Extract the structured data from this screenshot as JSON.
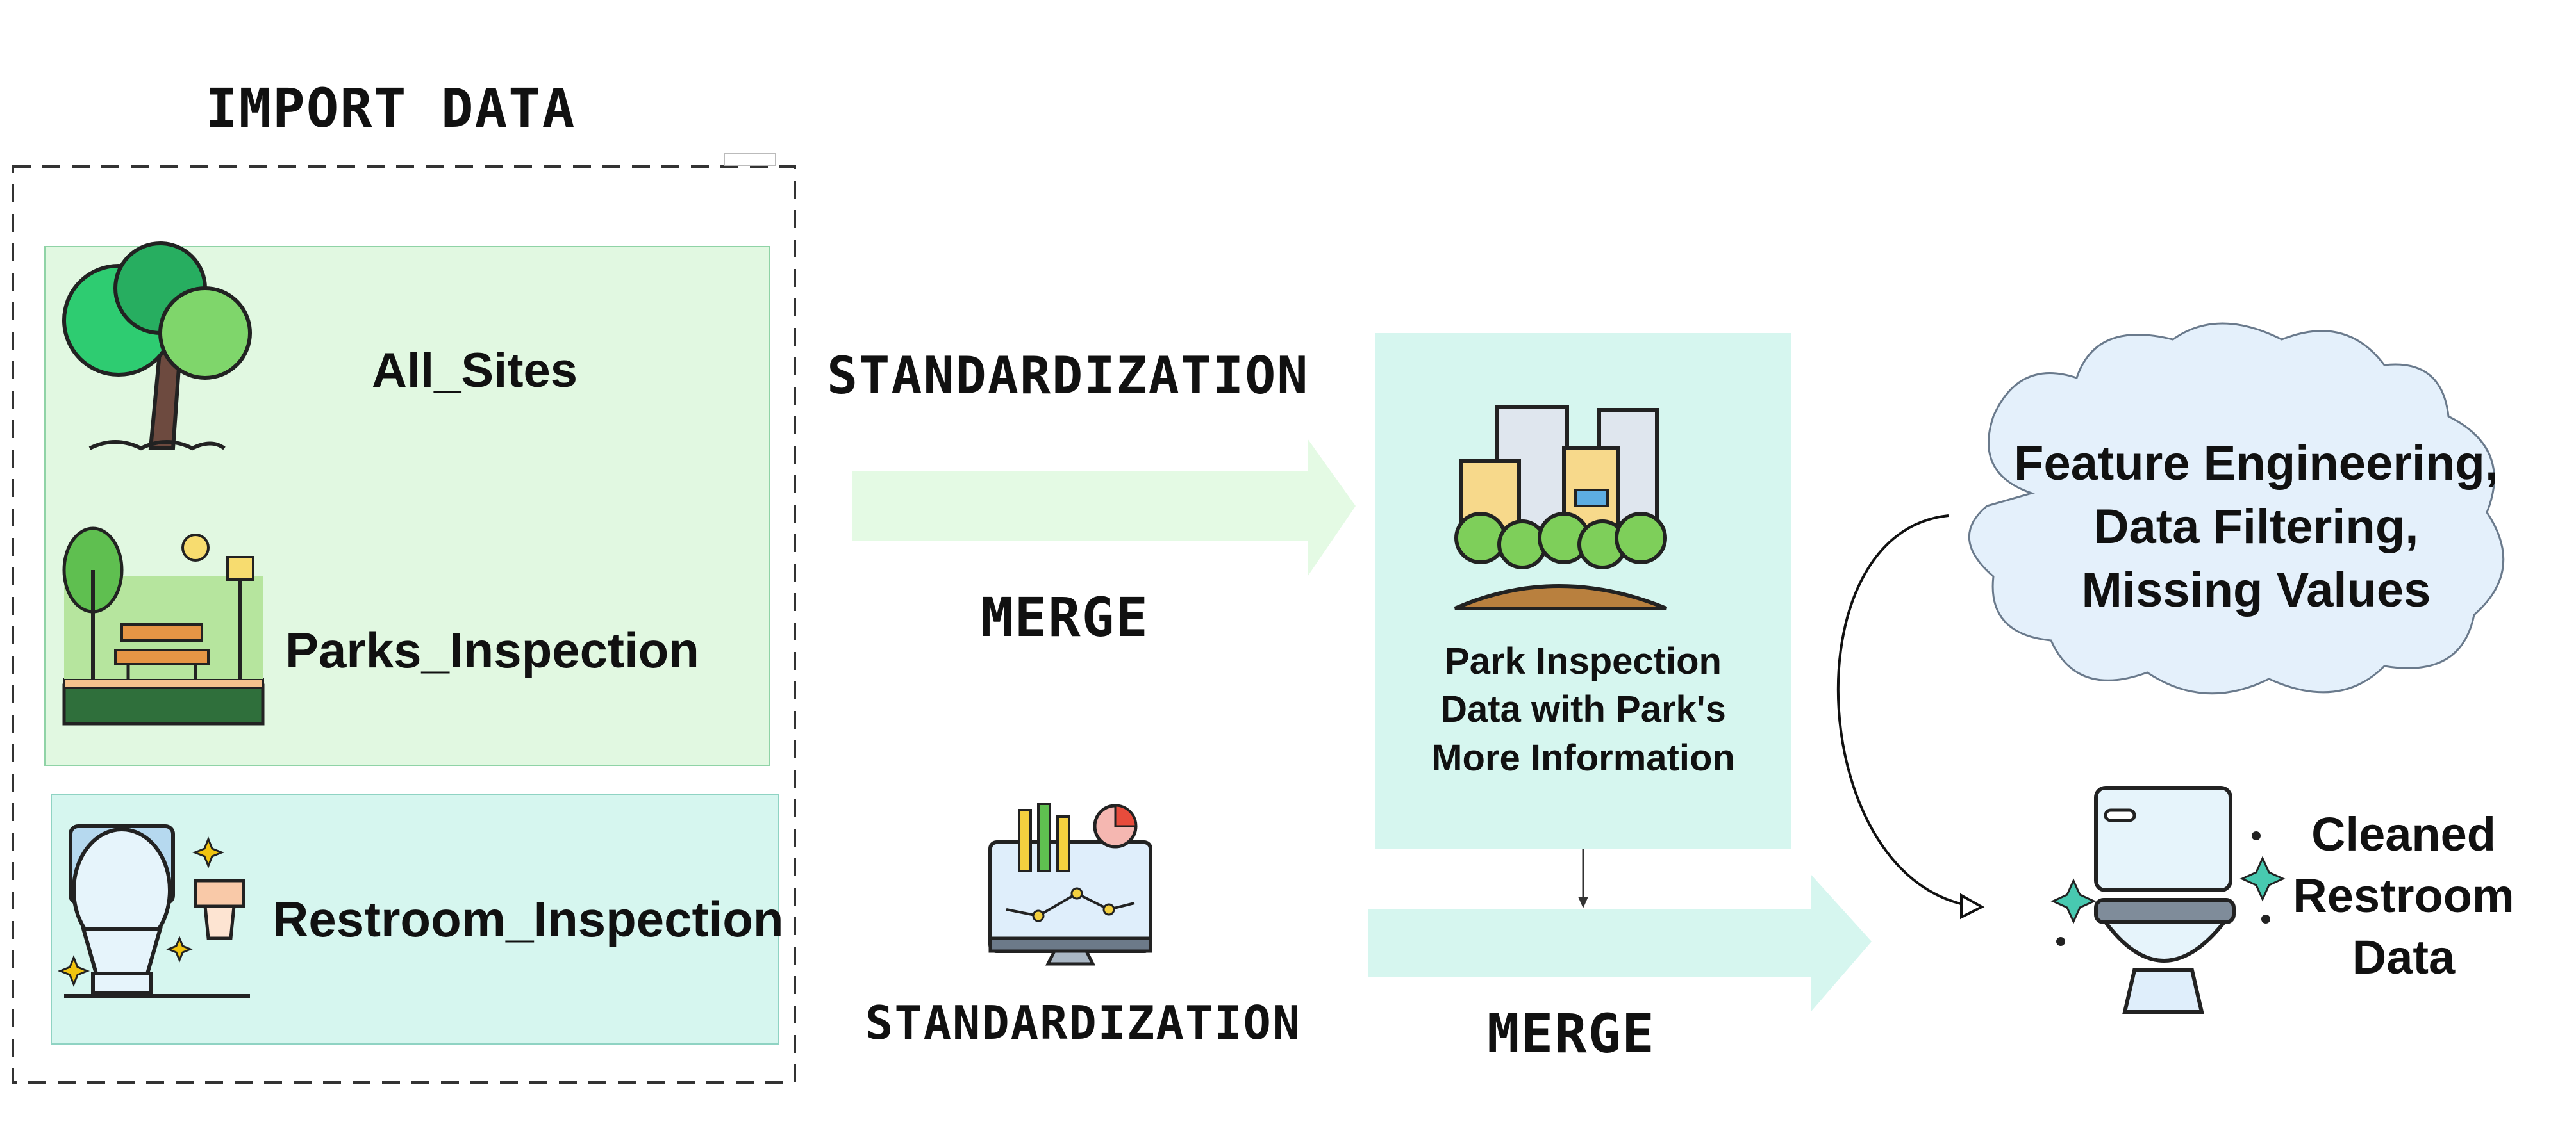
{
  "import_title": "IMPORT DATA",
  "sources": {
    "all_sites": "All_Sites",
    "parks": "Parks_Inspection",
    "restroom": "Restroom_Inspection"
  },
  "upper_flow": {
    "label_top": "STANDARDIZATION",
    "label_bottom": "MERGE"
  },
  "lower_flow": {
    "label_left": "STANDARDIZATION",
    "label_merge": "MERGE"
  },
  "merged": [
    "Park Inspection",
    "Data with Park's",
    "More Information"
  ],
  "processing": [
    "Feature Engineering,",
    "Data Filtering,",
    "Missing Values"
  ],
  "output": [
    "Cleaned",
    "Restroom",
    "Data"
  ],
  "colors": {
    "green_panel": "#e1f8e1",
    "teal_panel": "#d6f6ef",
    "cloud": "#e4f0fb"
  }
}
